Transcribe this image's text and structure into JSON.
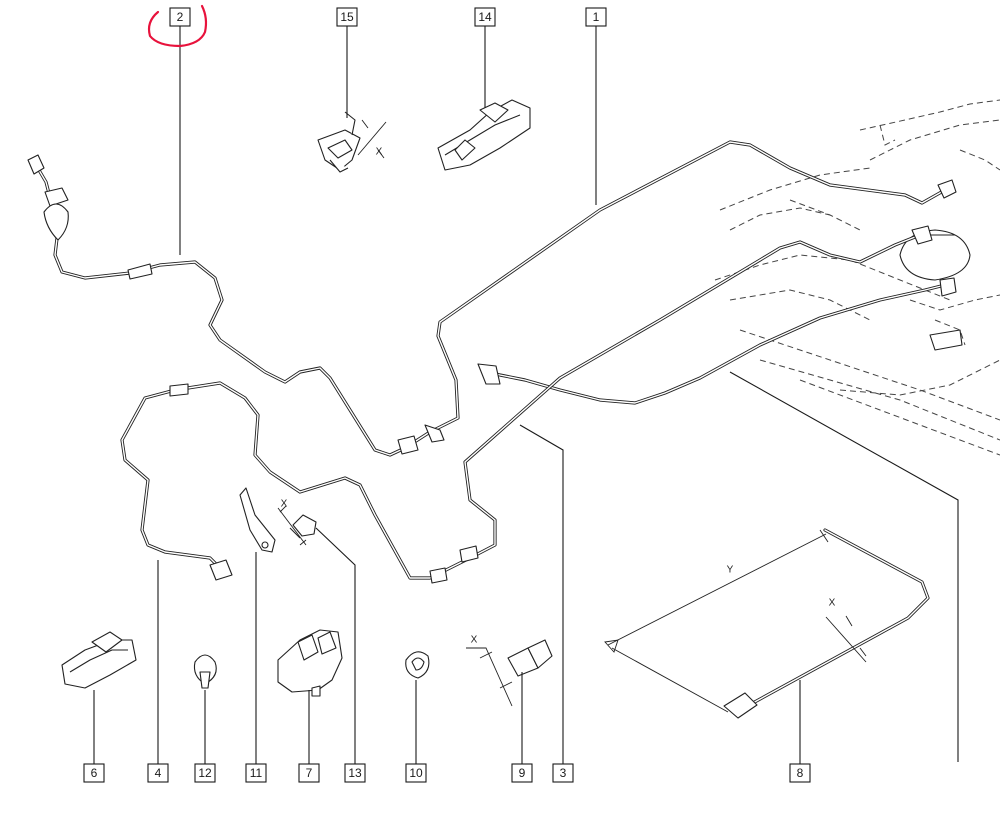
{
  "callouts": {
    "c1": "1",
    "c2": "2",
    "c3": "3",
    "c4": "4",
    "c6": "6",
    "c7": "7",
    "c8": "8",
    "c9": "9",
    "c10": "10",
    "c11": "11",
    "c12": "12",
    "c13": "13",
    "c14": "14",
    "c15": "15"
  },
  "dimensions": {
    "x_clip15": "X",
    "x_bolt13": "X",
    "x_union9": "X",
    "x_pipe8": "X",
    "y_pipe8": "Y"
  },
  "colors": {
    "line": "#222222",
    "highlight": "#e8123c"
  }
}
